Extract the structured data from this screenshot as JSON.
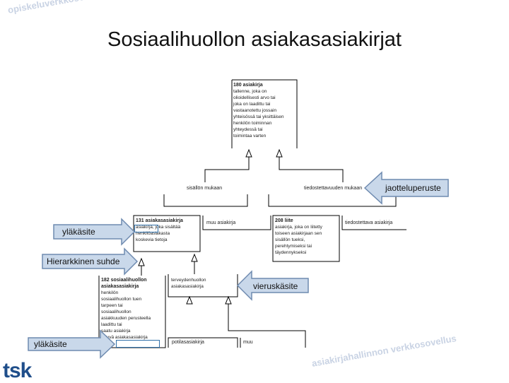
{
  "watermark_top": "opiskeluverkkosoveltaminen tutkimusavaimena",
  "watermark_bottom": "asiakirjahallinnon verkkosovellus",
  "title": "Sosiaalihuollon asiakasasiakirjat",
  "logo_text": "tsk",
  "boxes": {
    "b180_title": "180 asiakirja",
    "b180_lines": [
      "tallenne, joka on",
      "olioidellisesti arvo tai",
      "joka on laadittu tai",
      "vastaanotettu jossain",
      "yhteisössä tai yksittäisen",
      "henkilön toiminnan",
      "yhteydessä tai",
      "toimintaa varten"
    ],
    "branch_left": "sisällön mukaan",
    "branch_right": "tiedostettavuuden mukaan",
    "b131_title": "131 asiakasasiakirja",
    "b131_lines": [
      "asiakirja, joka sisältää",
      "henkilöasiakasta",
      "koskevia tietoja"
    ],
    "muu_asiakirja": "muu asiakirja",
    "b208_title": "208 liite",
    "b208_lines": [
      "asiakirja, joka on liitetty",
      "toiseen asiakirjaan sen",
      "sisällön tueksi,",
      "perehtymiseksi tai",
      "täydennykseksi"
    ],
    "tietoinen_asiakirja": "tiedostettava asiakirja",
    "b182_title_1": "182 sosiaalihuollon",
    "b182_title_2": "asiakasasiakirja",
    "b182_lines": [
      "henkilön",
      "sosiaalihuollon tuen",
      "tarpeen tai",
      "sosiaalihuollon",
      "asiakkuuden perusteella",
      "laadittu tai",
      "saatu asiakirja",
      "liittyvä asiakasasiakirja"
    ],
    "terveys_1": "terveydenhuollon",
    "terveys_2": "asiakasasiakirja",
    "potilas": "potilasasiakirja",
    "muu": "muu"
  },
  "callouts": {
    "jaotteluperuste": "jaotteluperuste",
    "ylakasite_1": "yläkäsite",
    "hierarkkinen": "Hierarkkinen suhde",
    "vieruskasite": "vieruskäsite",
    "ylakasite_2": "yläkäsite"
  },
  "colors": {
    "arrow_fill": "#c9d8ea",
    "arrow_stroke": "#6f8bb0",
    "highlight": "#2f6fa8",
    "logo": "#1f4e8a"
  }
}
